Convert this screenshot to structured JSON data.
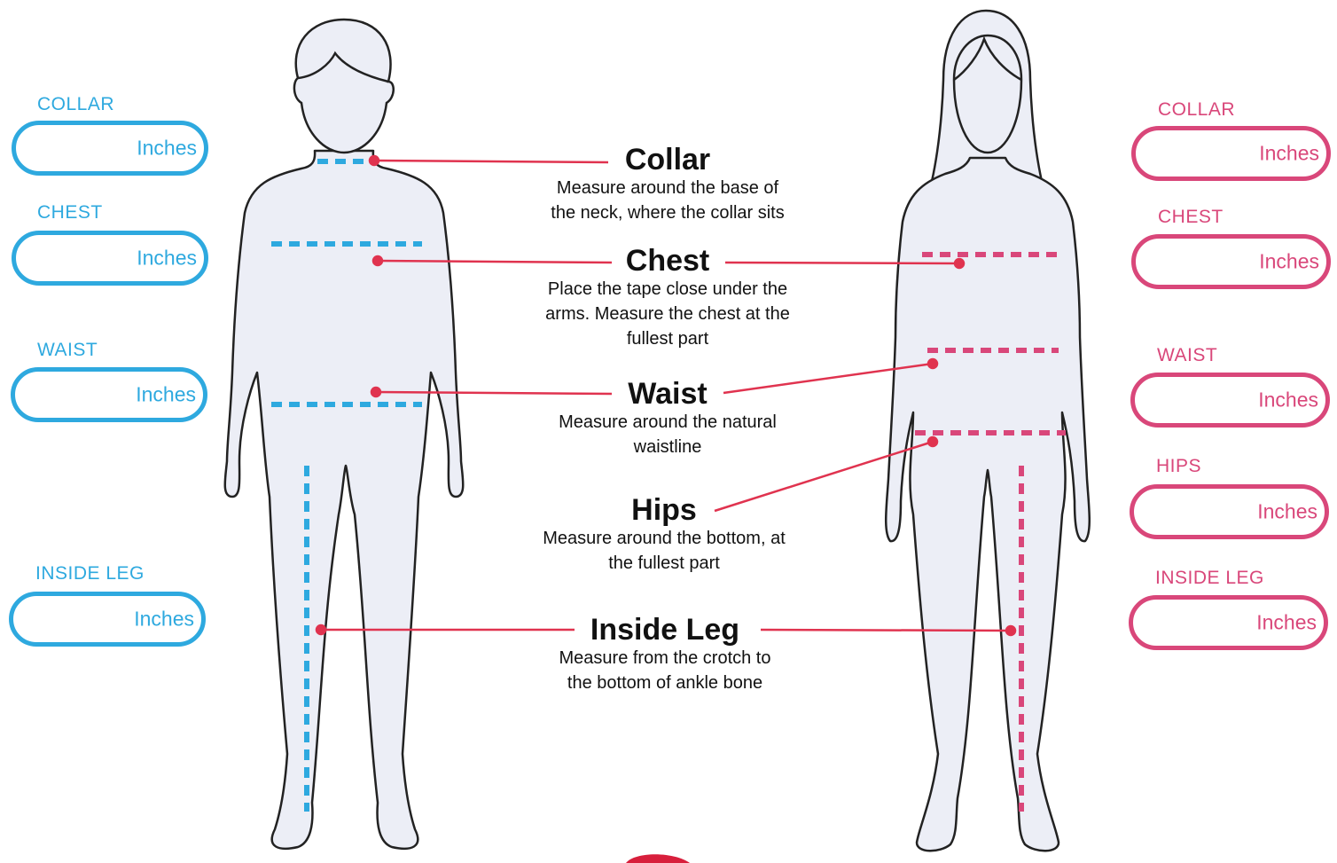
{
  "colors": {
    "male_accent": "#2ea9df",
    "female_accent": "#d9477a",
    "leader_line": "#e0334f",
    "silhouette_fill": "#eceef6",
    "silhouette_stroke": "#222222"
  },
  "male_fields": [
    {
      "label": "COLLAR",
      "unit": "Inches"
    },
    {
      "label": "CHEST",
      "unit": "Inches"
    },
    {
      "label": "WAIST",
      "unit": "Inches"
    },
    {
      "label": "INSIDE LEG",
      "unit": "Inches"
    }
  ],
  "female_fields": [
    {
      "label": "COLLAR",
      "unit": "Inches"
    },
    {
      "label": "CHEST",
      "unit": "Inches"
    },
    {
      "label": "WAIST",
      "unit": "Inches"
    },
    {
      "label": "HIPS",
      "unit": "Inches"
    },
    {
      "label": "INSIDE LEG",
      "unit": "Inches"
    }
  ],
  "guides": {
    "collar": {
      "title": "Collar",
      "desc1": "Measure around the base of",
      "desc2": "the neck, where the collar sits"
    },
    "chest": {
      "title": "Chest",
      "desc1": "Place the tape close under the",
      "desc2": "arms. Measure the chest at the",
      "desc3": "fullest part"
    },
    "waist": {
      "title": "Waist",
      "desc1": "Measure around the natural",
      "desc2": "waistline"
    },
    "hips": {
      "title": "Hips",
      "desc1": "Measure around the bottom, at",
      "desc2": "the fullest part"
    },
    "inside_leg": {
      "title": "Inside Leg",
      "desc1": "Measure from the crotch to",
      "desc2": "the bottom of ankle bone"
    }
  }
}
